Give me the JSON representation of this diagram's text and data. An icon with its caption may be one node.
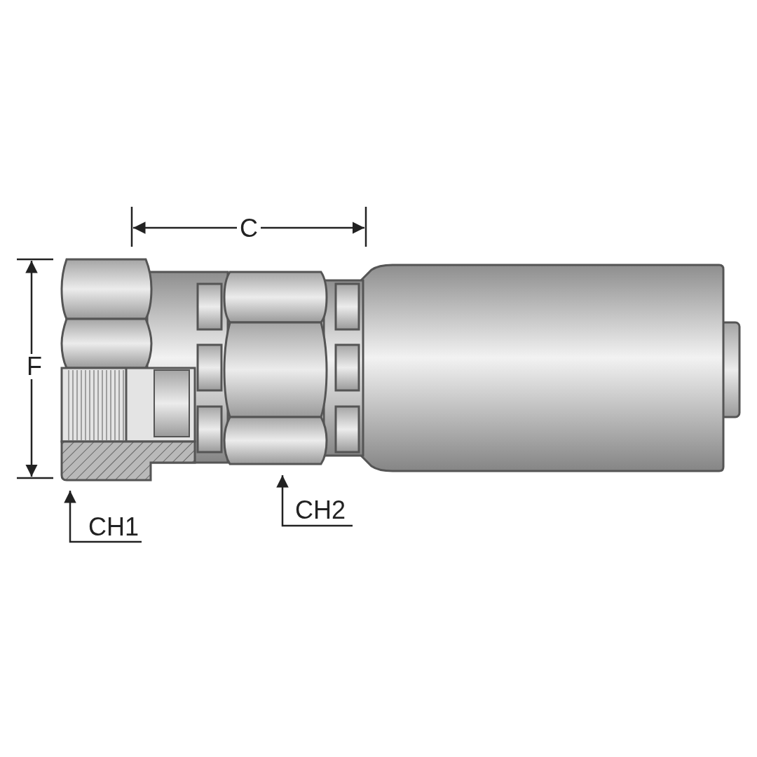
{
  "diagram": {
    "nodes": [
      {
        "text": [
          "CH1"
        ]
      },
      {
        "text": [
          "CH2"
        ]
      }
    ],
    "edges": [
      {
        "from": 0,
        "to": null,
        "arrow": "to"
      },
      {
        "from": 1,
        "to": null,
        "arrow": "to"
      }
    ],
    "labels": [
      "C",
      "F"
    ]
  }
}
